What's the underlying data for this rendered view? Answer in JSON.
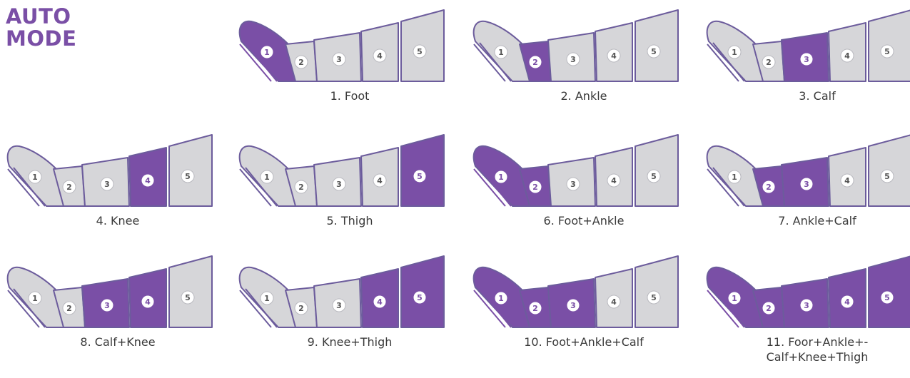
{
  "title": {
    "line1": "AUTO",
    "line2": "MODE"
  },
  "colors": {
    "active": "#7a4fa6",
    "inactive": "#d6d6d9",
    "outline": "#6c5c9c",
    "badge": "#ffffff"
  },
  "chamber_labels": [
    "1",
    "2",
    "3",
    "4",
    "5"
  ],
  "modes": [
    {
      "caption": "1. Foot",
      "active": [
        1
      ]
    },
    {
      "caption": "2. Ankle",
      "active": [
        2
      ]
    },
    {
      "caption": "3. Calf",
      "active": [
        3
      ]
    },
    {
      "caption": "4. Knee",
      "active": [
        4
      ]
    },
    {
      "caption": "5. Thigh",
      "active": [
        5
      ]
    },
    {
      "caption": "6. Foot+Ankle",
      "active": [
        1,
        2
      ]
    },
    {
      "caption": "7. Ankle+Calf",
      "active": [
        2,
        3
      ]
    },
    {
      "caption": "8. Calf+Knee",
      "active": [
        3,
        4
      ]
    },
    {
      "caption": "9. Knee+Thigh",
      "active": [
        4,
        5
      ]
    },
    {
      "caption": "10. Foot+Ankle+Calf",
      "active": [
        1,
        2,
        3
      ]
    },
    {
      "caption": "11. Foor+Ankle+-\nCalf+Knee+Thigh",
      "active": [
        1,
        2,
        3,
        4,
        5
      ]
    }
  ]
}
